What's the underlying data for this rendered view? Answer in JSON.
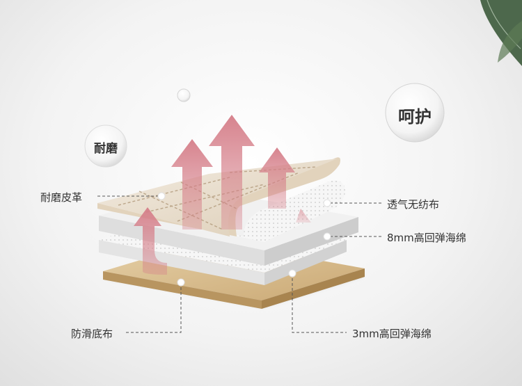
{
  "bubbles": {
    "wear": "耐磨",
    "care": "呵护"
  },
  "labels": {
    "leather": "耐磨皮革",
    "nonwoven": "透气无纺布",
    "sponge_8mm": "8mm高回弹海绵",
    "base": "防滑底布",
    "sponge_3mm": "3mm高回弹海绵"
  },
  "colors": {
    "leather": "#e8dccb",
    "stitch": "#b8a48a",
    "sponge": "#f1f1f1",
    "base": "#d8bf8f",
    "arrow": "#d88a92"
  }
}
